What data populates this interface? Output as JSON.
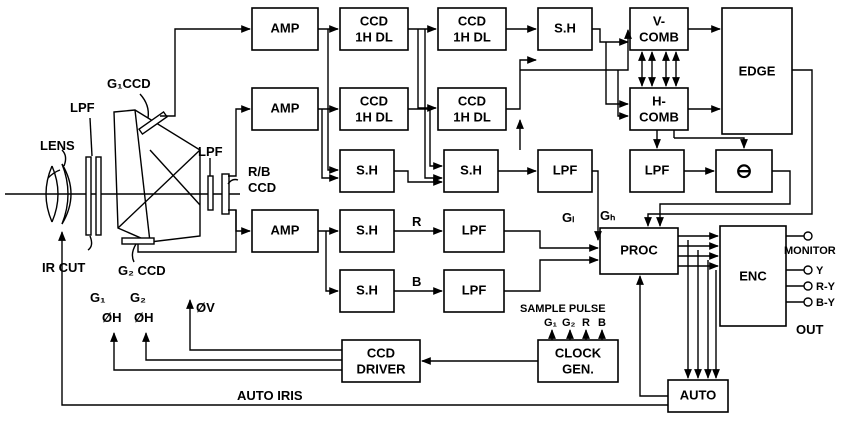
{
  "blocks": {
    "amp1": "AMP",
    "amp2": "AMP",
    "amp3": "AMP",
    "ccd_dl_1a": [
      "CCD",
      "1H DL"
    ],
    "ccd_dl_1b": [
      "CCD",
      "1H DL"
    ],
    "ccd_dl_2a": [
      "CCD",
      "1H DL"
    ],
    "ccd_dl_2b": [
      "CCD",
      "1H DL"
    ],
    "sh_top": "S.H",
    "sh_mid1": "S.H",
    "sh_mid2": "S.H",
    "sh_r": "S.H",
    "sh_b": "S.H",
    "v_comb": [
      "V-",
      "COMB"
    ],
    "h_comb": [
      "H-",
      "COMB"
    ],
    "edge": "EDGE",
    "lpf_mid": "LPF",
    "lpf_comb": "LPF",
    "lpf_r": "LPF",
    "lpf_b": "LPF",
    "minus": "⊖",
    "proc": "PROC",
    "enc": "ENC",
    "clock": [
      "CLOCK",
      "GEN."
    ],
    "ccd_driver": [
      "CCD",
      "DRIVER"
    ],
    "auto": "AUTO"
  },
  "labels": {
    "lens": "LENS",
    "lpf_optic": "LPF",
    "lpf_optic2": "LPF",
    "g1_ccd": "G₁CCD",
    "g2_ccd": "G₂ CCD",
    "rb_ccd": [
      "R/B",
      "CCD"
    ],
    "ir_cut": "IR CUT",
    "r": "R",
    "b": "B",
    "gl": "Gₗ",
    "gh": "Gₕ",
    "sample_pulse": "SAMPLE PULSE",
    "pulses": [
      "G₁",
      "G₂",
      "R",
      "B"
    ],
    "g1": "G₁",
    "g2": "G₂",
    "phi_h1": "ØH",
    "phi_h2": "ØH",
    "phi_v": "ØV",
    "auto_iris": "AUTO IRIS",
    "outputs": [
      "MONITOR",
      "Y",
      "R-Y",
      "B-Y"
    ],
    "out": "OUT"
  }
}
